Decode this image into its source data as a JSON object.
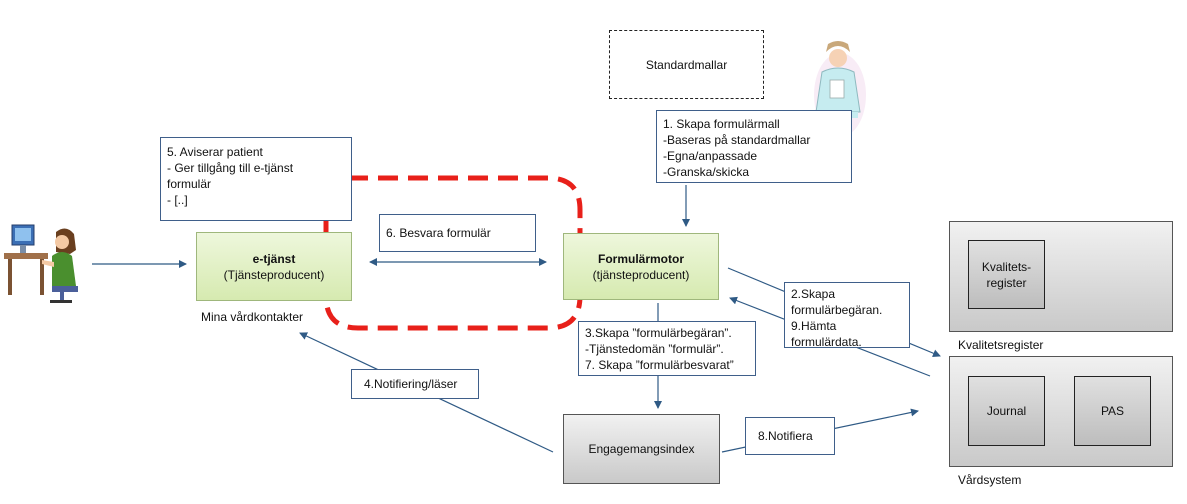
{
  "standardmallar": "Standardmallar",
  "etjanst": {
    "title": "e-tjänst",
    "subtitle": "(Tjänsteproducent)",
    "caption": "Mina vårdkontakter"
  },
  "formularmotor": {
    "title": "Formulärmotor",
    "subtitle": "(tjänsteproducent)"
  },
  "engagemangsindex": "Engagemangsindex",
  "kvalitetsregister": {
    "inner": [
      "Kvalitets-",
      "register"
    ],
    "caption": "Kvalitetsregister"
  },
  "vardsystem": {
    "journal": "Journal",
    "pas": "PAS",
    "caption": "Vårdsystem"
  },
  "notes": {
    "step1": [
      "1. Skapa formulärmall",
      "-Baseras på standardmallar",
      "-Egna/anpassade",
      "-Granska/skicka"
    ],
    "step5": [
      "5. Aviserar patient",
      "- Ger tillgång till e-tjänst",
      "formulär",
      "- [..]"
    ],
    "step6": "6. Besvara formulär",
    "step29": [
      "2.Skapa",
      "formulärbegäran.",
      "9.Hämta",
      "formulärdata."
    ],
    "step37": [
      "3.Skapa ”formulärbegäran”.",
      "-Tjänstedomän ”formulär”.",
      "7. Skapa ”formulärbesvarat”"
    ],
    "step4": "4.Notifiering/läser",
    "step8": "8.Notifiera"
  },
  "icons": [
    "patient-computer-icon",
    "nurse-icon"
  ],
  "colors": {
    "arrow": "#2f5a85",
    "highlight": "#e8201a",
    "green_fill": "#e2f0c6",
    "gray_fill": "#d9d9d9"
  }
}
